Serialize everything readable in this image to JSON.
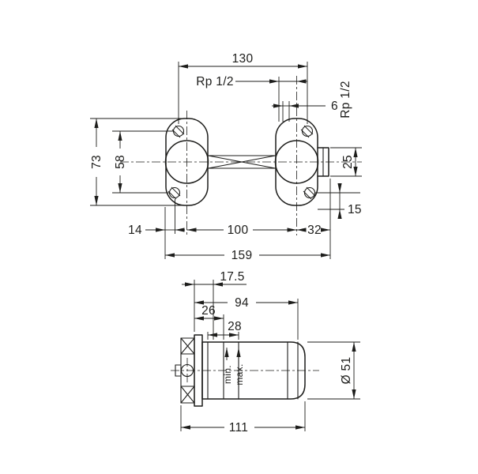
{
  "style": {
    "line_color": "#1d1d1b",
    "background": "#ffffff"
  },
  "front_view": {
    "dim_130": "130",
    "thread_top": "Rp 1/2",
    "thread_side": "Rp 1/2",
    "dim_6": "6",
    "dim_73": "73",
    "dim_58": "58",
    "dim_25": "25",
    "dim_15": "15",
    "dim_14": "14",
    "dim_100": "100",
    "dim_32": "32",
    "dim_159": "159"
  },
  "side_view": {
    "dim_17_5": "17.5",
    "dim_94": "94",
    "dim_26": "26",
    "dim_28": "28",
    "dim_diameter": "Ø 51",
    "dim_111": "111",
    "marker_min": "min.",
    "marker_max": "max."
  }
}
